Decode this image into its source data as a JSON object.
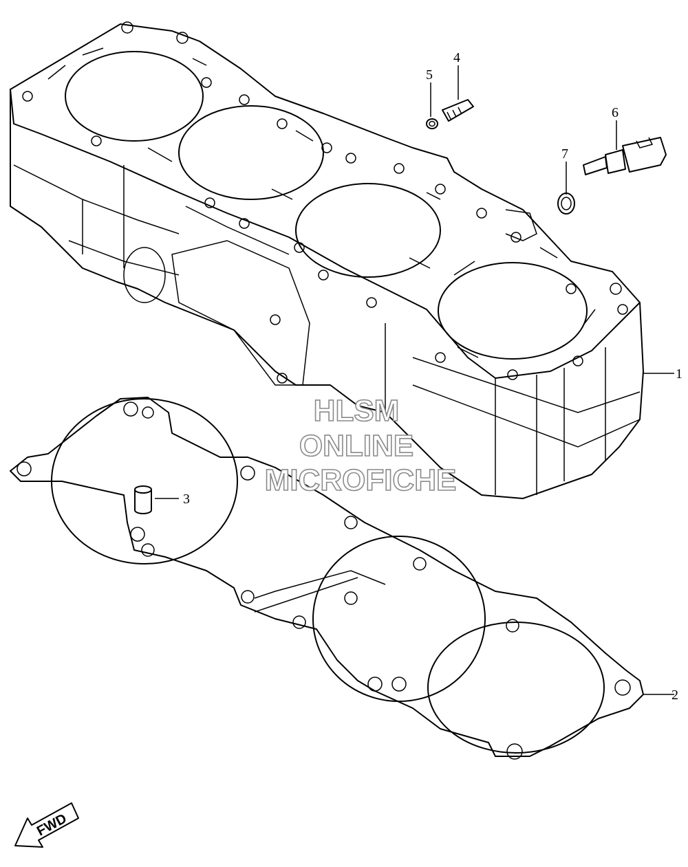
{
  "callouts": [
    {
      "id": "c1",
      "label": "1"
    },
    {
      "id": "c2",
      "label": "2"
    },
    {
      "id": "c3",
      "label": "3"
    },
    {
      "id": "c4",
      "label": "4"
    },
    {
      "id": "c5",
      "label": "5"
    },
    {
      "id": "c6",
      "label": "6"
    },
    {
      "id": "c7",
      "label": "7"
    }
  ],
  "watermark": {
    "line1": "HLSM",
    "line2": "ONLINE",
    "line3": "MICROFICHE"
  },
  "fwd_label": "FWD",
  "colors": {
    "line": "#000000",
    "background": "#ffffff",
    "watermark_outline": "#8a8a8a"
  }
}
